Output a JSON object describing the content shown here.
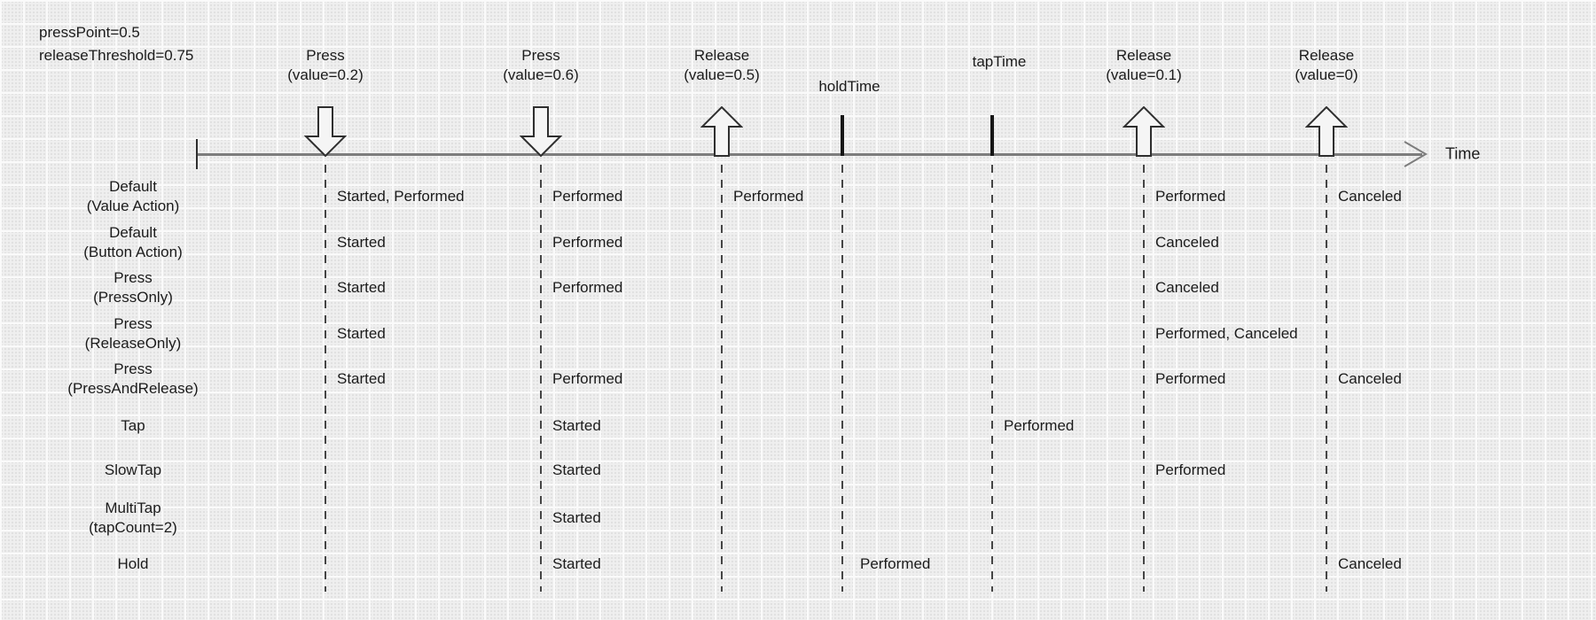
{
  "config_note": "pressPoint=0.5\nreleaseThreshold=0.75",
  "time_axis": {
    "label": "Time"
  },
  "colors": {
    "background": "#efefef",
    "grid_line": "#fafafa",
    "axis": "#7d7d7d",
    "dashed_line": "#454545",
    "text": "#1b1b1b"
  },
  "markers": [
    {
      "label": "Press\n(value=0.2)",
      "type": "down-arrow"
    },
    {
      "label": "Press\n(value=0.6)",
      "type": "down-arrow"
    },
    {
      "label": "Release\n(value=0.5)",
      "type": "up-arrow"
    },
    {
      "label": "holdTime",
      "type": "tick"
    },
    {
      "label": "tapTime",
      "type": "tick"
    },
    {
      "label": "Release\n(value=0.1)",
      "type": "up-arrow"
    },
    {
      "label": "Release\n(value=0)",
      "type": "up-arrow"
    }
  ],
  "rows": [
    {
      "label": "Default\n(Value Action)",
      "events": [
        {
          "marker": 0,
          "text": "Started, Performed"
        },
        {
          "marker": 1,
          "text": "Performed"
        },
        {
          "marker": 2,
          "text": "Performed"
        },
        {
          "marker": 5,
          "text": "Performed"
        },
        {
          "marker": 6,
          "text": "Canceled"
        }
      ]
    },
    {
      "label": "Default\n(Button Action)",
      "events": [
        {
          "marker": 0,
          "text": "Started"
        },
        {
          "marker": 1,
          "text": "Performed"
        },
        {
          "marker": 5,
          "text": "Canceled"
        }
      ]
    },
    {
      "label": "Press\n(PressOnly)",
      "events": [
        {
          "marker": 0,
          "text": "Started"
        },
        {
          "marker": 1,
          "text": "Performed"
        },
        {
          "marker": 5,
          "text": "Canceled"
        }
      ]
    },
    {
      "label": "Press\n(ReleaseOnly)",
      "events": [
        {
          "marker": 0,
          "text": "Started"
        },
        {
          "marker": 5,
          "text": "Performed, Canceled"
        }
      ]
    },
    {
      "label": "Press\n(PressAndRelease)",
      "events": [
        {
          "marker": 0,
          "text": "Started"
        },
        {
          "marker": 1,
          "text": "Performed"
        },
        {
          "marker": 5,
          "text": "Performed"
        },
        {
          "marker": 6,
          "text": "Canceled"
        }
      ]
    },
    {
      "label": "Tap",
      "events": [
        {
          "marker": 1,
          "text": "Started"
        },
        {
          "marker": 4,
          "text": "Performed"
        }
      ]
    },
    {
      "label": "SlowTap",
      "events": [
        {
          "marker": 1,
          "text": "Started"
        },
        {
          "marker": 5,
          "text": "Performed"
        }
      ]
    },
    {
      "label": "MultiTap\n(tapCount=2)",
      "events": [
        {
          "marker": 1,
          "text": "Started"
        }
      ]
    },
    {
      "label": "Hold",
      "events": [
        {
          "marker": 1,
          "text": "Started"
        },
        {
          "marker": 3,
          "text": "Performed"
        },
        {
          "marker": 6,
          "text": "Canceled"
        }
      ]
    }
  ]
}
